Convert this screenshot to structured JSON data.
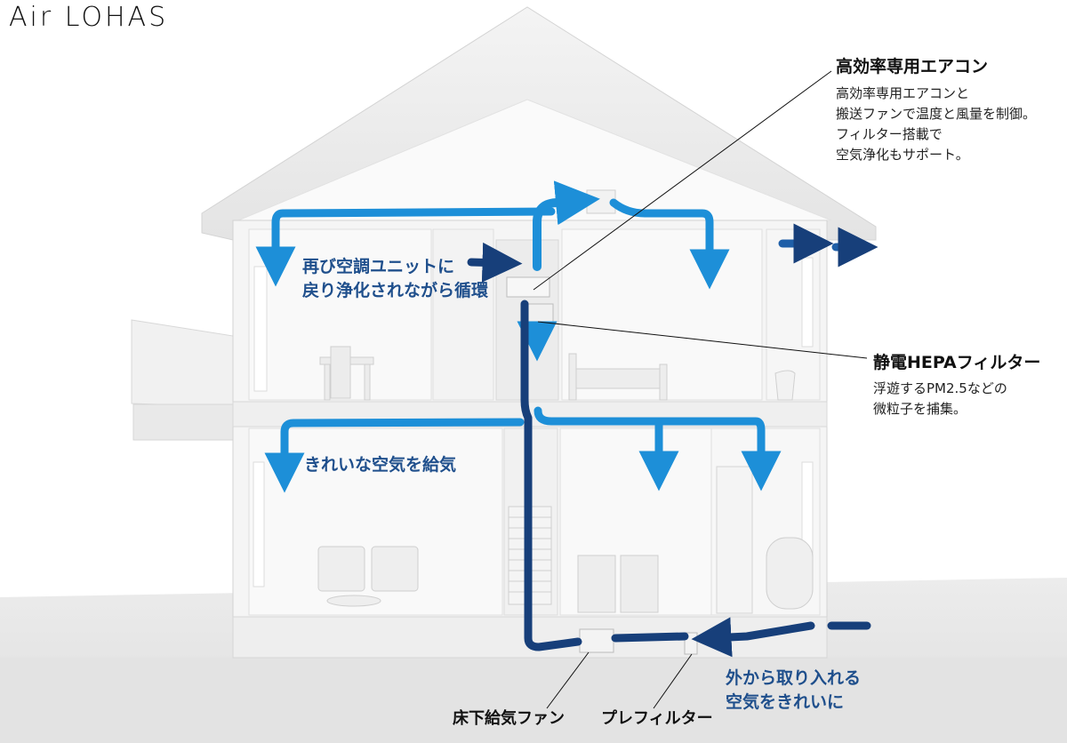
{
  "brand": {
    "logo": "Air LOHAS"
  },
  "callouts": {
    "aircon": {
      "title": "高効率専用エアコン",
      "lines": [
        "高効率専用エアコンと",
        "搬送ファンで温度と風量を制御。",
        "フィルター搭載で",
        "空気浄化もサポート。"
      ]
    },
    "hepa": {
      "title": "静電HEPAフィルター",
      "lines": [
        "浮遊するPM2.5などの",
        "微粒子を捕集。"
      ]
    }
  },
  "labels": {
    "recirculate": [
      "再び空調ユニットに",
      "戻り浄化されながら循環"
    ],
    "supply": "きれいな空気を給気",
    "intake": [
      "外から取り入れる",
      "空気をきれいに"
    ],
    "floor_fan": "床下給気ファン",
    "pre_filter": "プレフィルター"
  },
  "colors": {
    "duct_light": "#1d8fd8",
    "duct_dark": "#173f7a",
    "label_blue": "#1f4f8c",
    "wall": "#f2f2f2",
    "shadow": "#dcdcdc"
  }
}
